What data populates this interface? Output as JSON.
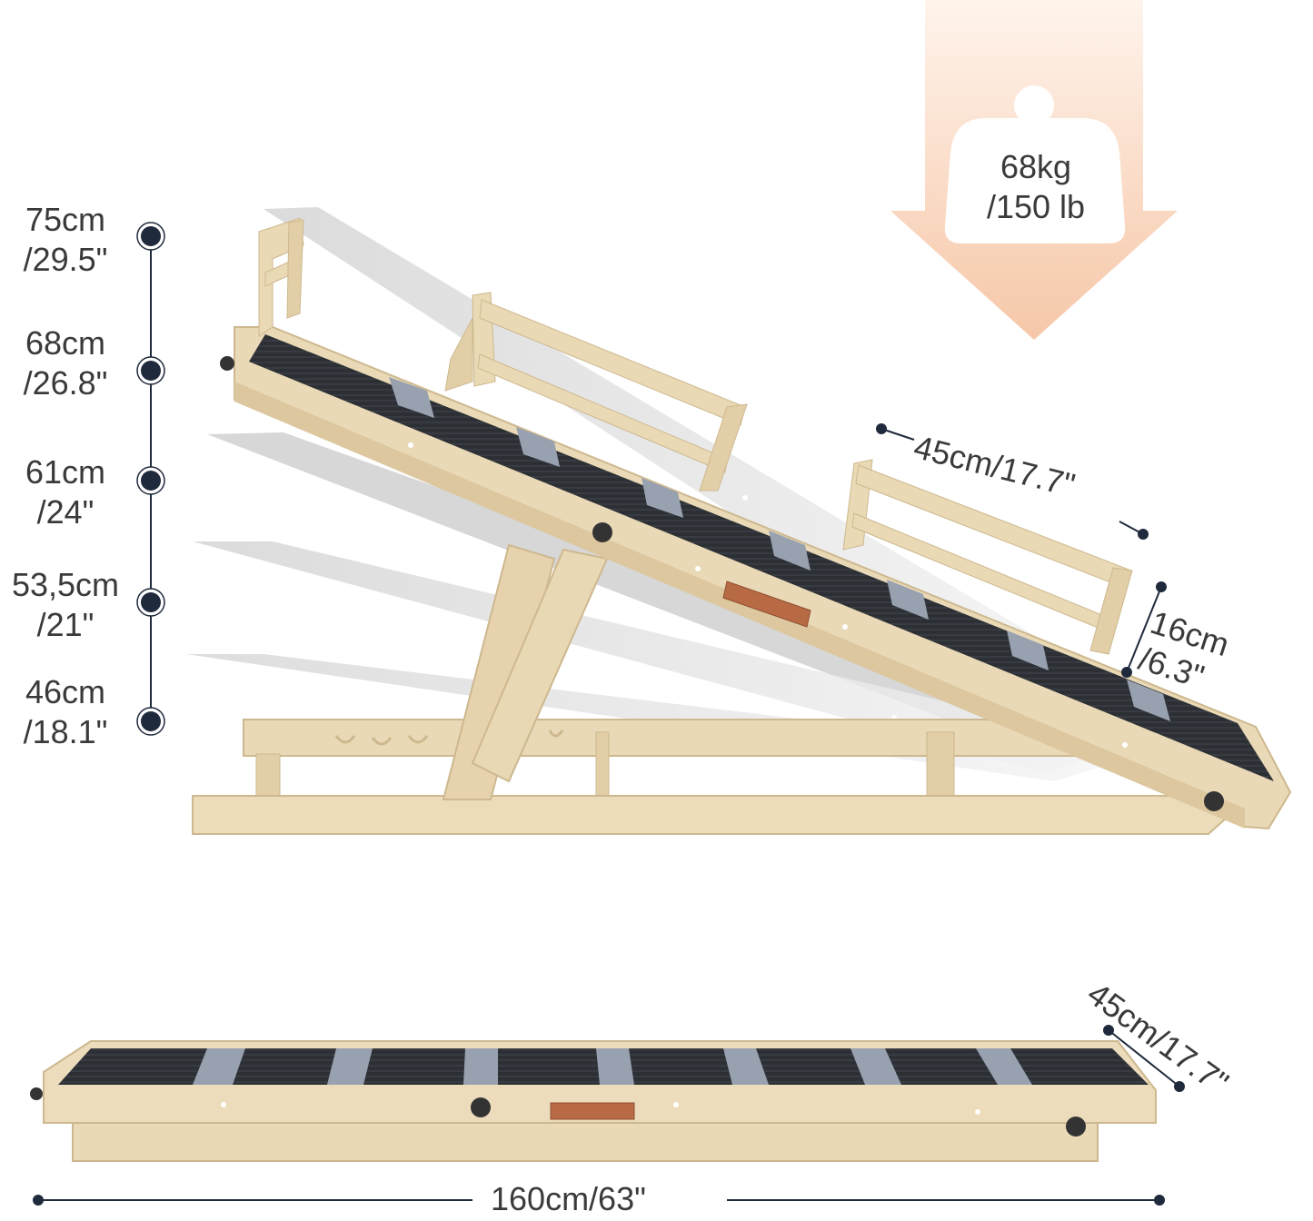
{
  "heights": [
    {
      "line1": "75cm",
      "line2": "/29.5\""
    },
    {
      "line1": "68cm",
      "line2": "/26.8\""
    },
    {
      "line1": "61cm",
      "line2": "/24\""
    },
    {
      "line1": "53,5cm",
      "line2": "/21\""
    },
    {
      "line1": "46cm",
      "line2": "/18.1\""
    }
  ],
  "load": {
    "line1": "68kg",
    "line2": "/150 lb"
  },
  "dimensions": {
    "ramp_width": "45cm/17.7\"",
    "side_rail_height_line1": "16cm",
    "side_rail_height_line2": "/6.3\"",
    "folded_width": "45cm/17.7\"",
    "length": "160cm/63\""
  },
  "colors": {
    "wood": "#e9d9b6",
    "wood_edge": "#cdb88f",
    "carpet": "#2b2e33",
    "carpet_stripe": "#8f98a8",
    "handle": "#b86a45",
    "dot": "#1f2a3c",
    "arrow": "#f6c9ad",
    "shadow": "#d6d6d6"
  }
}
